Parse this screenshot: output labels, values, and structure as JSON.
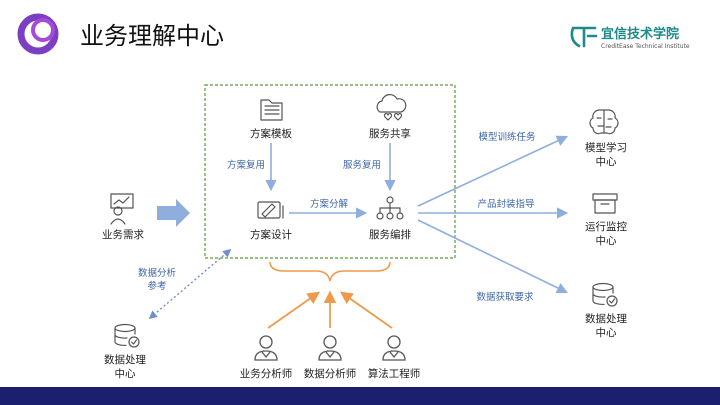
{
  "header": {
    "title": "业务理解中心",
    "brand_name": "宜信技术学院",
    "brand_subtitle": "CreditEase Technical Institute"
  },
  "nodes": {
    "fangan_muban": "方案模板",
    "fuwu_gongxiang": "服务共享",
    "fangan_sheji": "方案设计",
    "fuwu_bianpai": "服务编排",
    "yewu_xuqiu": "业务需求",
    "data_center_left": [
      "数据处理",
      "中心"
    ],
    "moxing_xuexi": [
      "模型学习",
      "中心"
    ],
    "yunxing_jiankong": [
      "运行监控",
      "中心"
    ],
    "data_center_right": [
      "数据处理",
      "中心"
    ],
    "yewu_fenxishi": "业务分析师",
    "shuju_fenxishi": "数据分析师",
    "suanfa_gongchengshi": "算法工程师"
  },
  "edges": {
    "fangan_fuyong": "方案复用",
    "fuwu_fuyong": "服务复用",
    "fangan_fenjie": "方案分解",
    "moxing_xunlian": "模型训练任务",
    "chanpin_fengzhuang": "产品封装指导",
    "shuju_huoqu": "数据获取要求",
    "shuju_fenxi_cankao": [
      "数据分析",
      "参考"
    ]
  },
  "colors": {
    "title_text": "#111111",
    "logo_ring": "#7b3fc4",
    "brand_teal": "#1f8a8a",
    "dashed_box": "#5a9a3c",
    "edge_blue": "#8faede",
    "edge_label": "#3f67a8",
    "orange": "#ef9a4a",
    "footer_bar": "#1a1f6e"
  },
  "icons": {
    "fangan_muban": "folder-icon",
    "fuwu_gongxiang": "cloud-hearts-icon",
    "fangan_sheji": "design-tablet-icon",
    "fuwu_bianpai": "hierarchy-icon",
    "yewu_xuqiu": "person-at-board-icon",
    "data_center": "database-check-icon",
    "moxing_xuexi": "brain-icon",
    "yunxing_jiankong": "archive-box-icon",
    "person": "person-icon"
  }
}
